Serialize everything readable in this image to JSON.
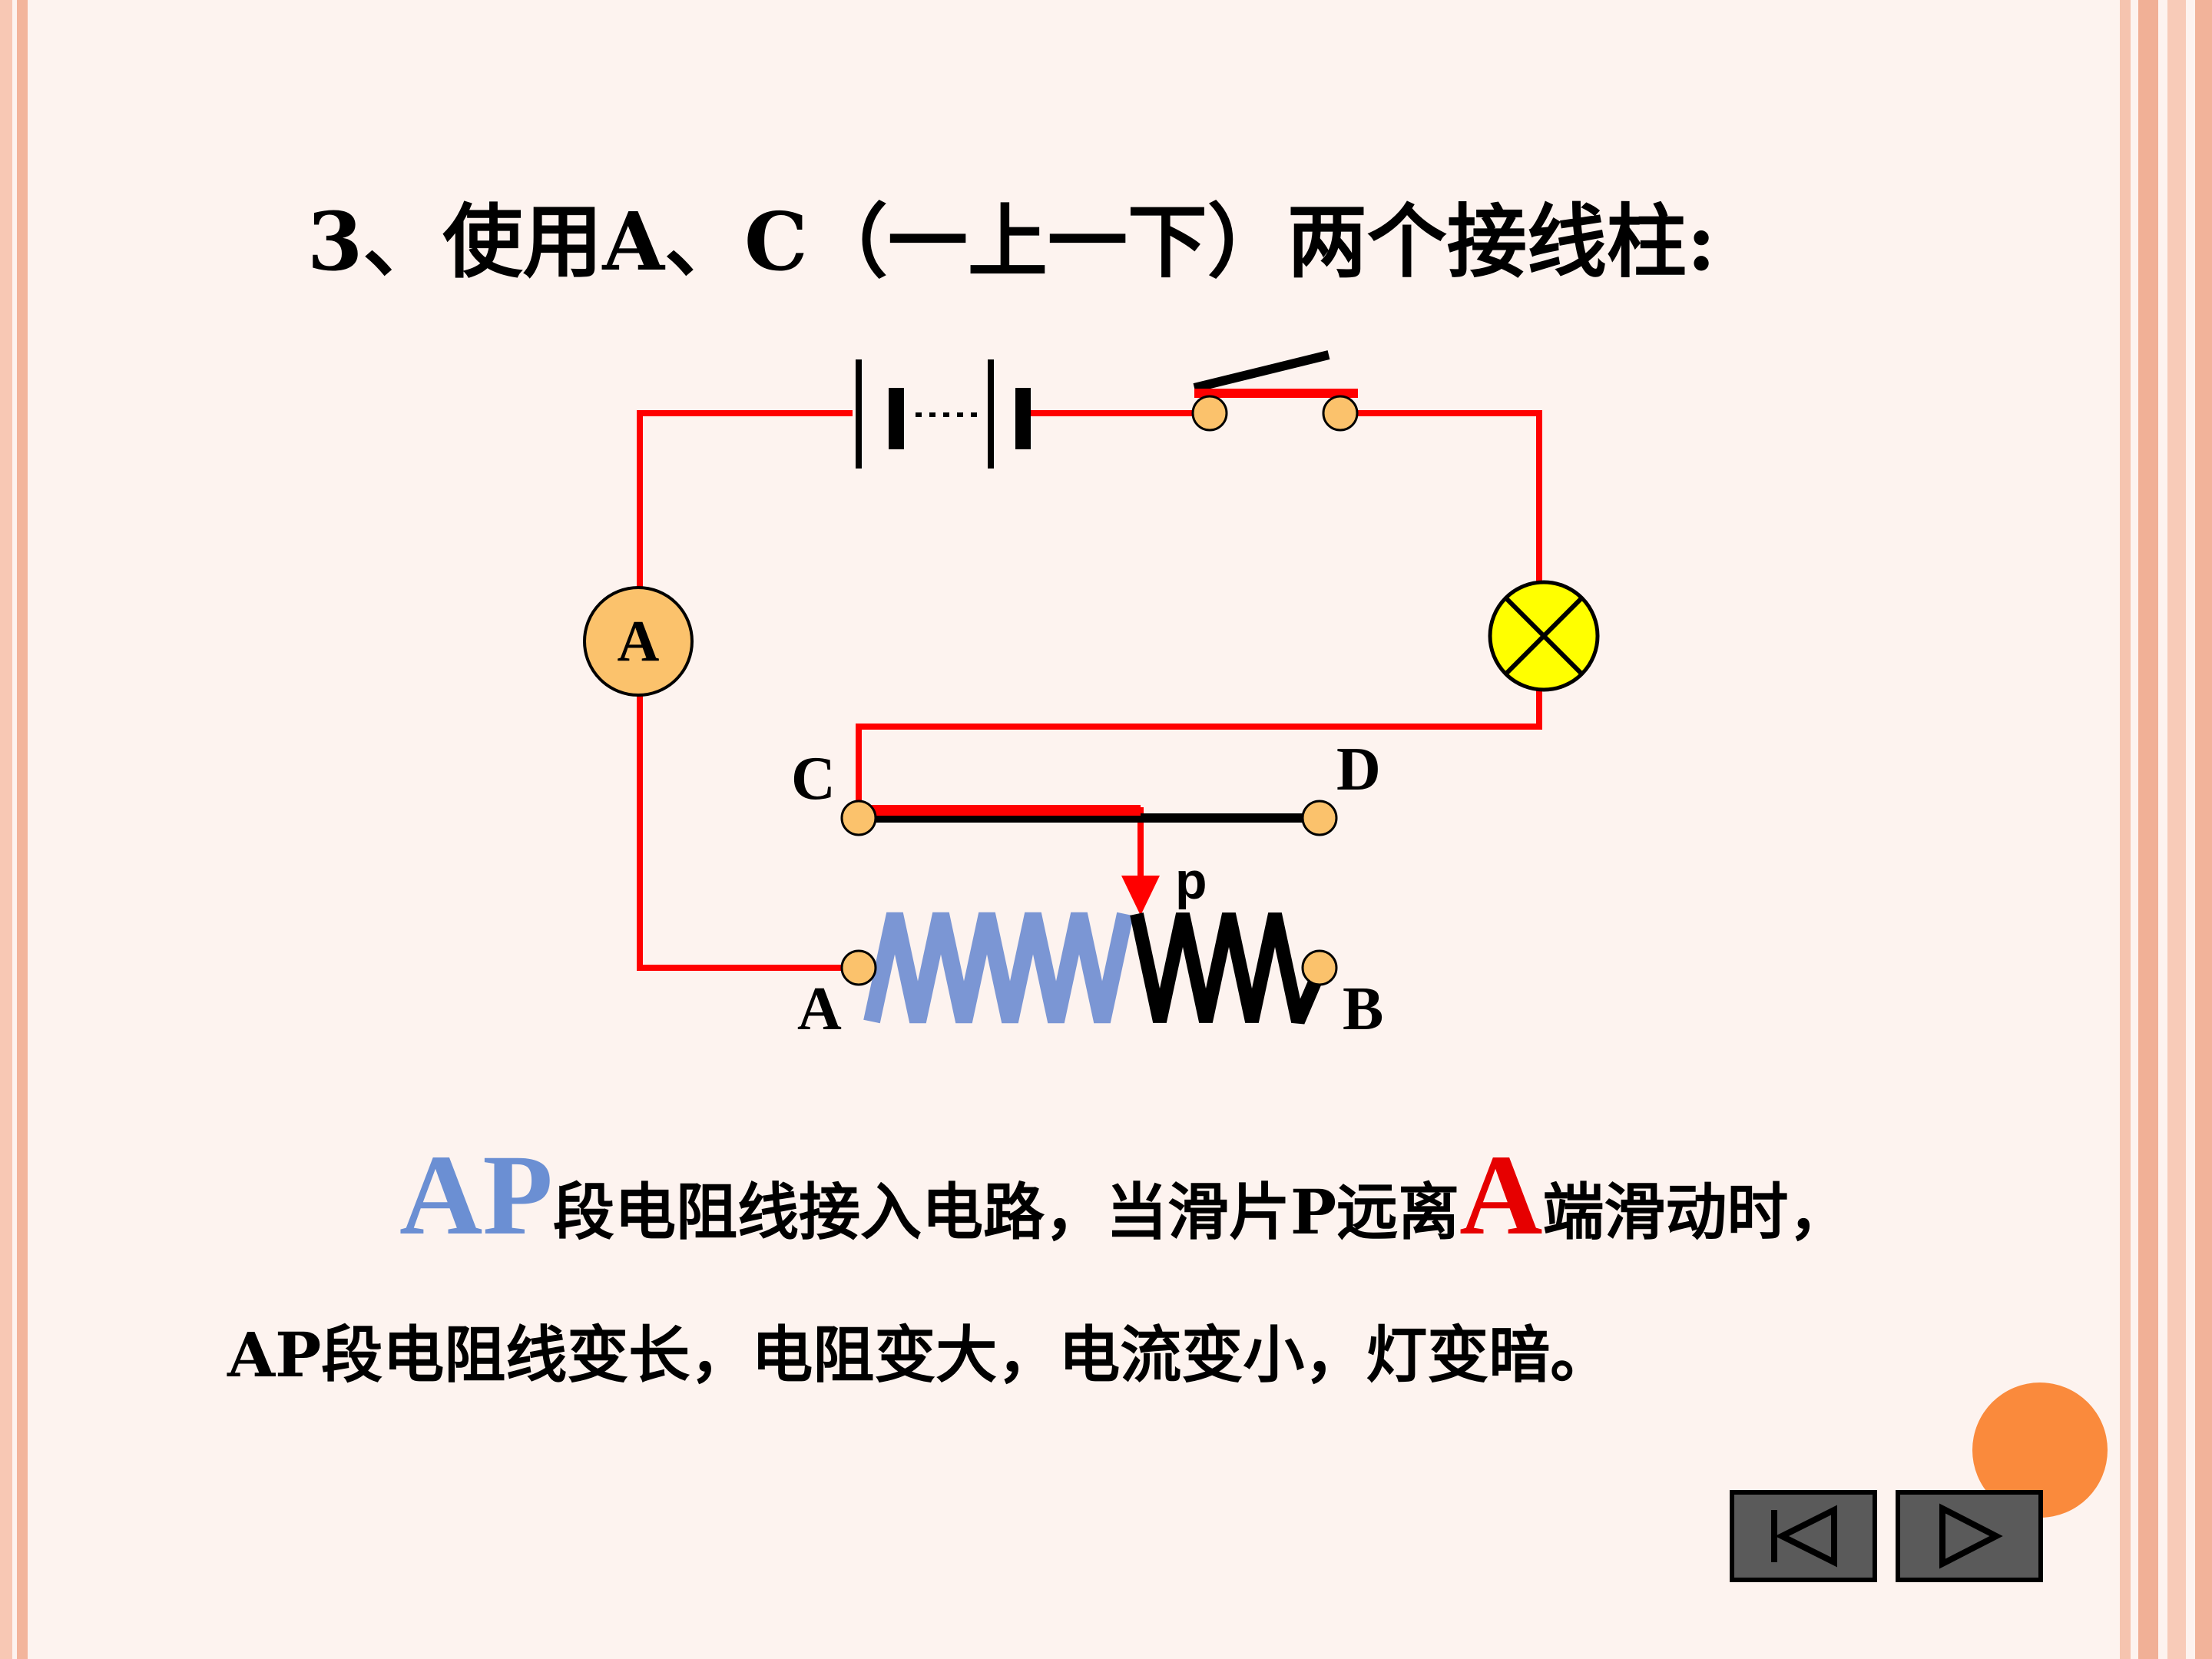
{
  "title": "3、使用A、C（一上一下）两个接线柱:",
  "diagram": {
    "ammeter_label": "A",
    "terminal_labels": {
      "C": "C",
      "D": "D",
      "A": "A",
      "B": "B"
    },
    "slider_label": "p",
    "colors": {
      "wire": "#ff0000",
      "resistor_used": "#7b96d4",
      "resistor_unused": "#000000",
      "terminal": "#fbc26c",
      "lamp": "#ffff00",
      "ammeter": "#fbc26c"
    }
  },
  "text": {
    "line1_big1": "AP",
    "line1_part1": "段电阻线接入电路，当滑片P远离",
    "line1_big2": "A",
    "line1_part2": "端滑动时，",
    "line2": "AP段电阻线变长，电阻变大，电流变小，灯变暗。"
  },
  "nav": {
    "first_icon": "first-page-icon",
    "next_icon": "next-page-icon"
  }
}
